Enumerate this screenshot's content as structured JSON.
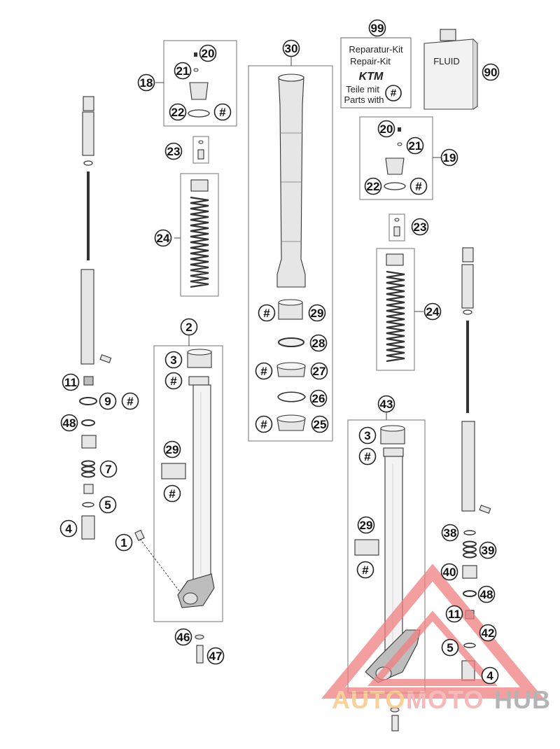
{
  "labels": {
    "l1": "1",
    "l2": "2",
    "l3a": "3",
    "l3b": "3",
    "l4a": "4",
    "l4b": "4",
    "l5a": "5",
    "l5b": "5",
    "l7": "7",
    "l9": "9",
    "l11a": "11",
    "l11b": "11",
    "l18": "18",
    "l19": "19",
    "l20a": "20",
    "l20b": "20",
    "l21a": "21",
    "l21b": "21",
    "l22a": "22",
    "l22b": "22",
    "l23a": "23",
    "l23b": "23",
    "l24a": "24",
    "l24b": "24",
    "l25": "25",
    "l26": "26",
    "l27": "27",
    "l28": "28",
    "l29a": "29",
    "l29b": "29",
    "l29c": "29",
    "l30": "30",
    "l38": "38",
    "l39": "39",
    "l40": "40",
    "l42": "42",
    "l43": "43",
    "l46": "46",
    "l47": "47",
    "l48a": "48",
    "l48b": "48",
    "l90": "90",
    "l99": "99",
    "hash": "#"
  },
  "kit": {
    "line1": "Reparatur-Kit",
    "line2": "Repair-Kit",
    "brand": "KTM",
    "line3": "Teile mit",
    "line4": "Parts with",
    "hash": "#"
  },
  "fluid": {
    "label": "FLUID"
  },
  "watermark": {
    "auto": "AUTO",
    "moto": "MOTO",
    "hub": "HUB"
  },
  "colors": {
    "watermark_red": "#f08080",
    "watermark_orange": "#f6c27a",
    "watermark_gray": "#9c9c9c"
  }
}
